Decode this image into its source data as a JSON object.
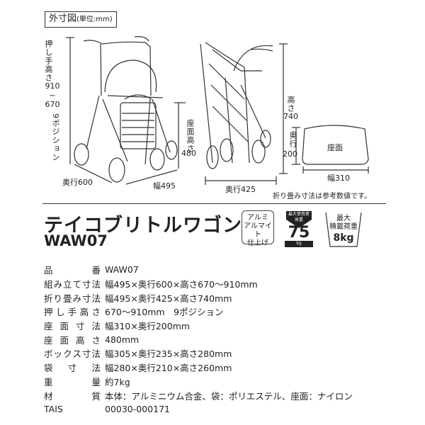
{
  "legend": {
    "title": "外寸図",
    "unit": "(単位:mm)"
  },
  "dimensions": {
    "handle_height": "押し手高さ",
    "handle_range_top": "910",
    "handle_range_sep": "~",
    "handle_range_bottom": "670",
    "positions": "9ポジション",
    "seat_height": "座面高さ",
    "seat_height_value": "480",
    "depth": "奥行600",
    "width": "幅495",
    "folded_depth": "奥行425",
    "folded_height": "高さ",
    "folded_height_value": "740",
    "seat_depth": "奥行",
    "seat_depth_value": "200",
    "seat_label": "座面",
    "seat_width": "幅310",
    "note": "折り畳み寸法は参考数値です。"
  },
  "product": {
    "name": "テイコブリトルワゴン",
    "model": "WAW07"
  },
  "badges": {
    "aluminum": [
      "アルミ",
      "アルマイト",
      "仕上げ"
    ],
    "max_user_label": "最大使用者",
    "max_user_weight_label": "体重",
    "max_user_value": "75",
    "max_user_unit": "kg",
    "load_label1": "最大",
    "load_label2": "積載荷重",
    "load_value": "8kg"
  },
  "specs": [
    {
      "label": "品番",
      "value": "WAW07"
    },
    {
      "label": "組み立て寸法",
      "value": "幅495×奥行600×高さ670〜910mm"
    },
    {
      "label": "折り畳み寸法",
      "value": "幅495×奥行425×高さ740mm"
    },
    {
      "label": "押し手高さ",
      "value": "670〜910mm　9ポジション"
    },
    {
      "label": "座面寸法",
      "value": "幅310×奥行200mm"
    },
    {
      "label": "座面高さ",
      "value": "480mm"
    },
    {
      "label": "ボックス寸法",
      "value": "幅305×奥行235×高さ280mm"
    },
    {
      "label": "袋寸法",
      "value": "幅280×奥行210×高さ260mm"
    },
    {
      "label": "重量",
      "value": "約7kg"
    },
    {
      "label": "材質",
      "value": "本体：アルミニウム合金、袋：ポリエステル、座面：ナイロン"
    },
    {
      "label": "TAIS",
      "value": "00030-000171"
    }
  ]
}
